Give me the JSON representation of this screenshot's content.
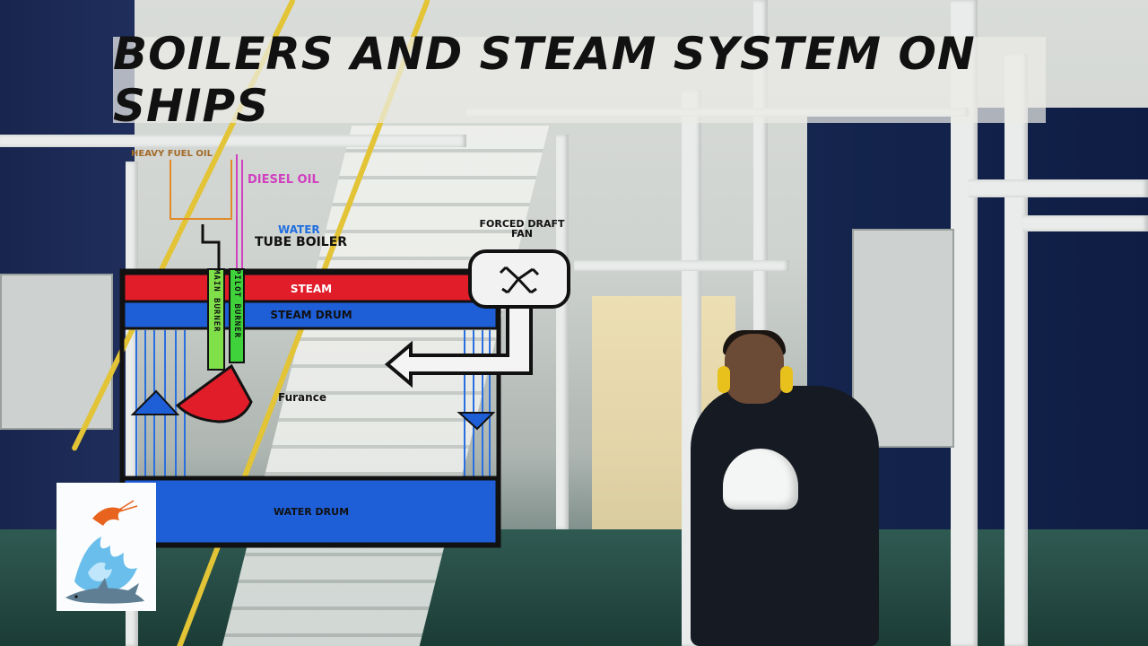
{
  "video": {
    "title": "BOILERS AND STEAM SYSTEM ON SHIPS"
  },
  "diagram": {
    "fuel_lines": {
      "heavy_fuel_oil": "HEAVY FUEL OIL",
      "diesel_oil": "DIESEL OIL"
    },
    "boiler_type": {
      "line1": "WATER",
      "line2": "TUBE BOILER"
    },
    "fan_label": "FORCED DRAFT FAN",
    "steam_label": "STEAM",
    "steam_drum_label": "STEAM DRUM",
    "main_burner_label": "MAIN BURNER",
    "pilot_burner_label": "PILOT BURNER",
    "furnace_label": "Furance",
    "water_drum_label": "WATER DRUM",
    "colors": {
      "steam_red": "#e11d2a",
      "drum_blue": "#1e5fd8",
      "burner_green": "#7fe04a",
      "pilot_green": "#3fd23a",
      "heavy_fuel_line": "#e08a2a",
      "diesel_line": "#d040c0",
      "tube_blue": "#2a6fe0"
    }
  },
  "logo": {
    "icon": "shark-logo-icon"
  }
}
